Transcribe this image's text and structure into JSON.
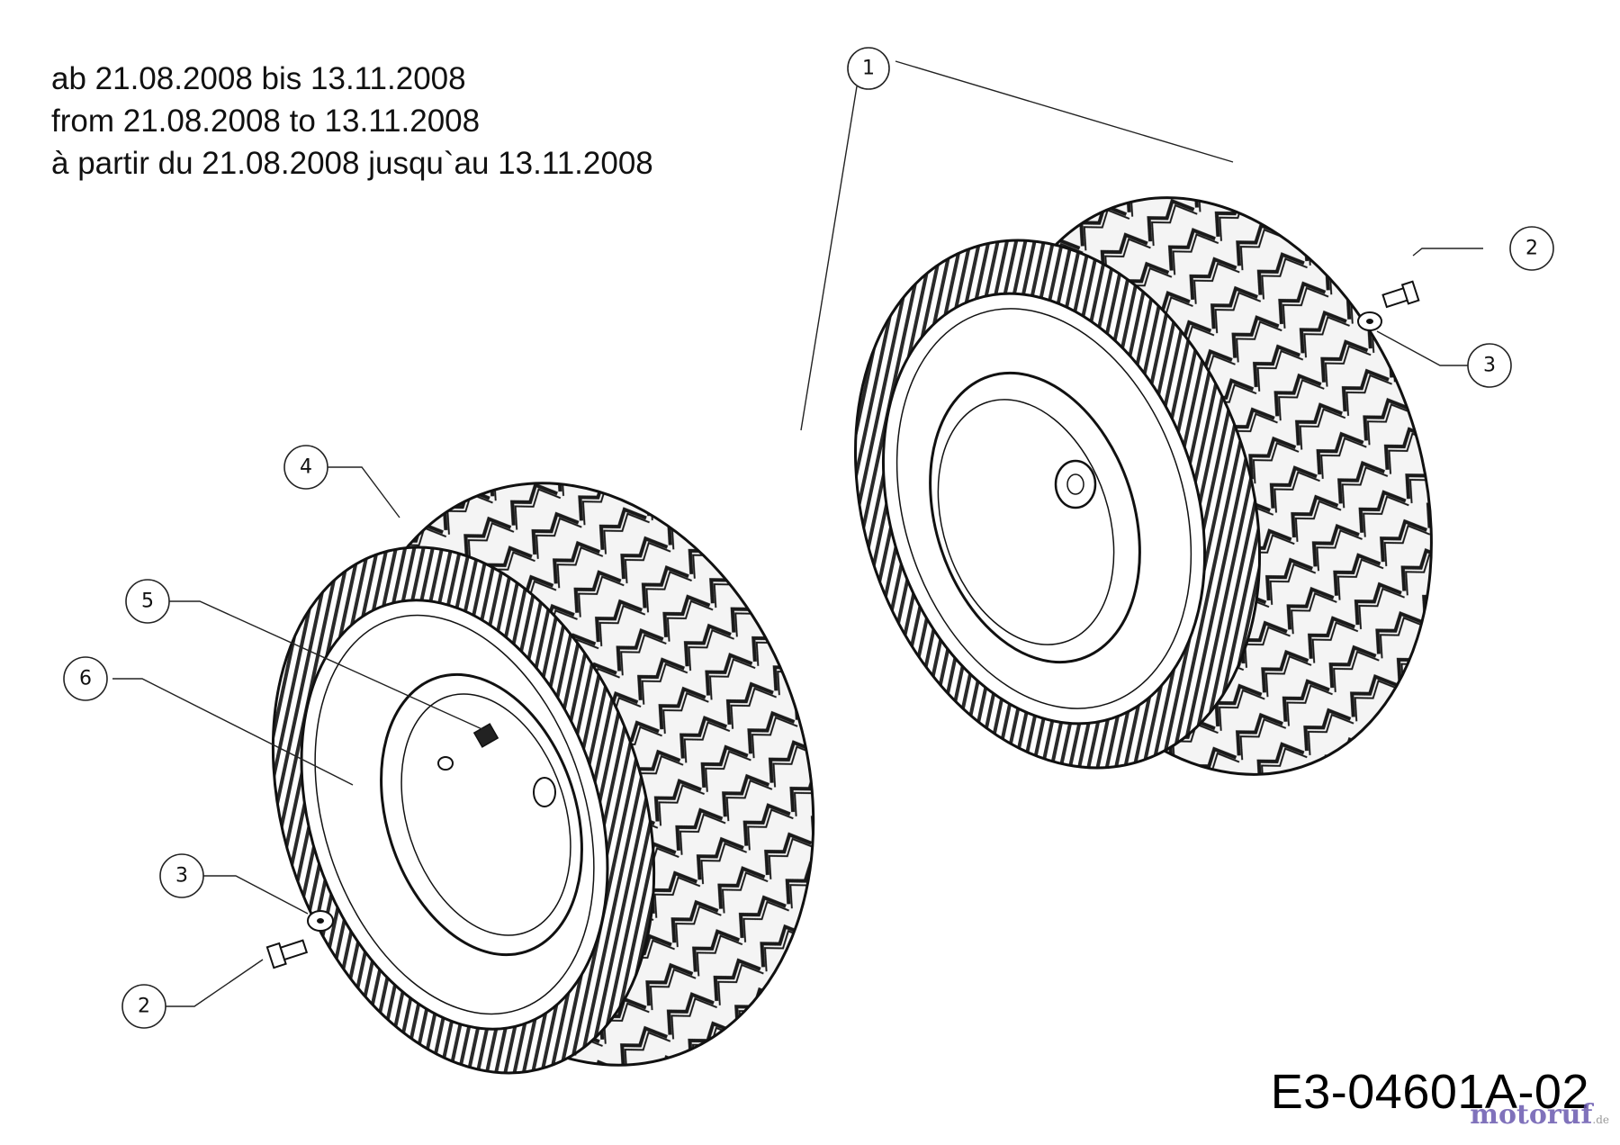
{
  "header": {
    "line_de": "ab 21.08.2008 bis 13.11.2008",
    "line_en": "from 21.08.2008 to 13.11.2008",
    "line_fr": "à partir du 21.08.2008 jusqu`au 13.11.2008"
  },
  "callouts": {
    "c1": "1",
    "c2_right": "2",
    "c3_right": "3",
    "c4": "4",
    "c5": "5",
    "c6": "6",
    "c3_left": "3",
    "c2_left": "2"
  },
  "drawing_code": "E3-04601A-02",
  "watermark": {
    "brand": "motoruf",
    "tld": ".de"
  },
  "colors": {
    "line": "#222222",
    "background": "#ffffff",
    "watermark": "#6a5ab0"
  }
}
